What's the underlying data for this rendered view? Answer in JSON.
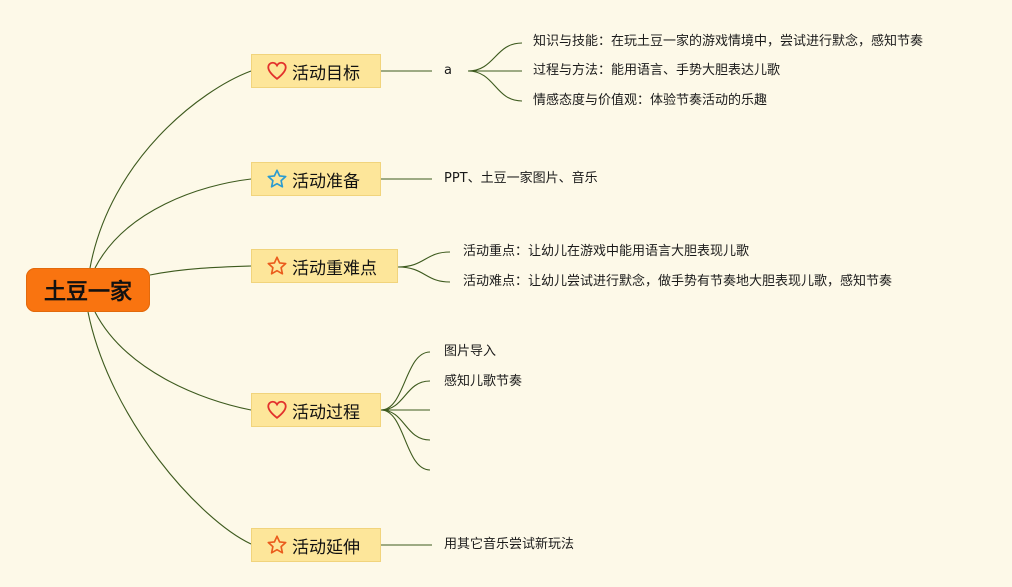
{
  "root": {
    "label": "土豆一家"
  },
  "branches": [
    {
      "label": "活动目标",
      "icon": "heart-icon",
      "child": "a",
      "leaves": [
        "知识与技能：在玩土豆一家的游戏情境中，尝试进行默念，感知节奏",
        "过程与方法：能用语言、手势大胆表达儿歌",
        "情感态度与价值观：体验节奏活动的乐趣"
      ]
    },
    {
      "label": "活动准备",
      "icon": "star-outline-blue-icon",
      "leaves": [
        "PPT、土豆一家图片、音乐"
      ]
    },
    {
      "label": "活动重难点",
      "icon": "star-outline-orange-icon",
      "leaves": [
        "活动重点：让幼儿在游戏中能用语言大胆表现儿歌",
        "活动难点：让幼儿尝试进行默念，做手势有节奏地大胆表现儿歌，感知节奏"
      ]
    },
    {
      "label": "活动过程",
      "icon": "heart-icon",
      "leaves": [
        "图片导入",
        "感知儿歌节奏",
        "",
        "",
        ""
      ]
    },
    {
      "label": "活动延伸",
      "icon": "star-outline-orange-icon",
      "leaves": [
        "用其它音乐尝试新玩法"
      ]
    }
  ],
  "colors": {
    "background": "#fdf9e8",
    "root_fill": "#f97410",
    "topic_fill": "#fde69a",
    "connector": "#3d5a1e",
    "heart": "#e2312c",
    "star_blue": "#2b9bd0",
    "star_orange": "#ea5b1c"
  }
}
